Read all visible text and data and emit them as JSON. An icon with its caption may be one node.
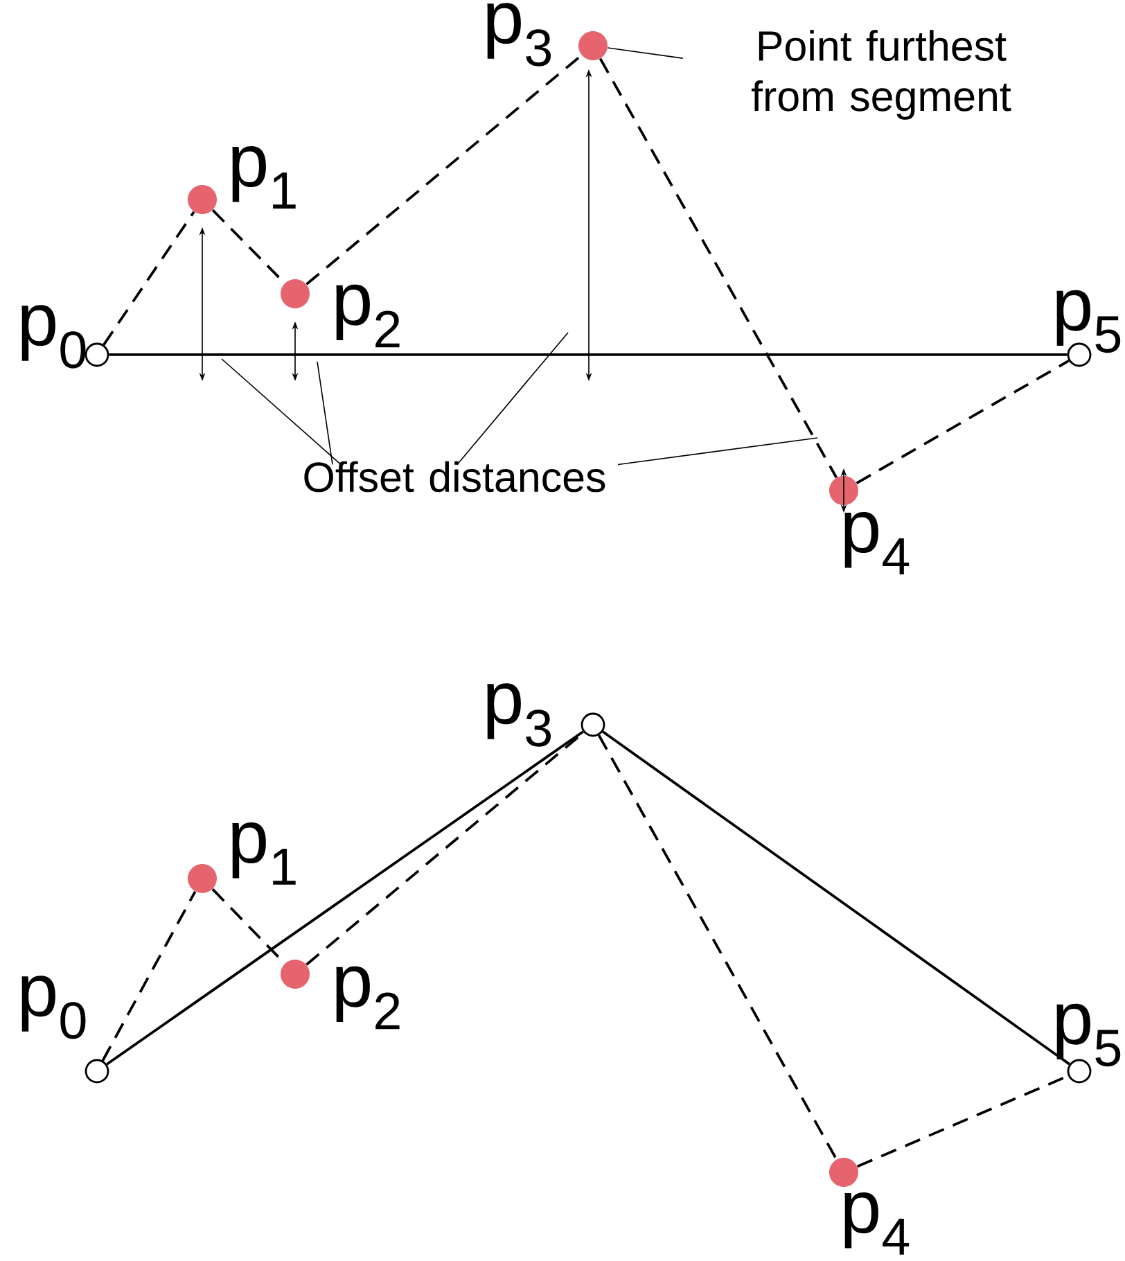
{
  "diagram": {
    "nodes": [
      {
        "text": [],
        "shape": "circle",
        "beside": [
          "p$_{0}$"
        ]
      },
      {
        "text": [],
        "shape": "circle",
        "beside": [
          "p$_{1}$"
        ]
      },
      {
        "text": [],
        "shape": "circle",
        "beside": [
          "p$_{2}$"
        ]
      },
      {
        "text": [],
        "shape": "circle",
        "beside": [
          "p$_{3}$"
        ]
      },
      {
        "text": [],
        "shape": "circle",
        "beside": [
          "p$_{4}$"
        ]
      },
      {
        "text": [],
        "shape": "circle",
        "beside": [
          "p$_{5}$"
        ]
      },
      {
        "text": [
          "Point furthest from segment"
        ]
      },
      {
        "text": [
          "Offset distances"
        ]
      },
      {
        "text": [],
        "shape": "circle",
        "beside": [
          "p$_{0}$"
        ]
      },
      {
        "text": [],
        "shape": "circle",
        "beside": [
          "p$_{1}$"
        ]
      },
      {
        "text": [],
        "shape": "circle",
        "beside": [
          "p$_{2}$"
        ]
      },
      {
        "text": [],
        "shape": "circle",
        "beside": [
          "p$_{3}$"
        ]
      },
      {
        "text": [],
        "shape": "circle",
        "beside": [
          "p$_{4}$"
        ]
      },
      {
        "text": [],
        "shape": "circle",
        "beside": [
          "p$_{5}$"
        ]
      }
    ],
    "edges": [
      {
        "from": 0,
        "to": 5,
        "arrow": "none"
      },
      {
        "from": 0,
        "to": 1,
        "arrow": "none",
        "style": "dashed"
      },
      {
        "from": 1,
        "to": 2,
        "arrow": "none",
        "style": "dashed"
      },
      {
        "from": 2,
        "to": 3,
        "arrow": "none",
        "style": "dashed"
      },
      {
        "from": 3,
        "to": 4,
        "arrow": "none",
        "style": "dashed"
      },
      {
        "from": 4,
        "to": 5,
        "arrow": "none",
        "style": "dashed"
      },
      {
        "from": 6,
        "to": 3,
        "arrow": "none"
      },
      {
        "from": 7,
        "to": null,
        "arrow": "none"
      },
      {
        "from": 7,
        "to": null,
        "arrow": "none"
      },
      {
        "from": 7,
        "to": null,
        "arrow": "none"
      },
      {
        "from": 7,
        "to": null,
        "arrow": "none"
      },
      {
        "from": 8,
        "to": 11,
        "arrow": "none"
      },
      {
        "from": 11,
        "to": 13,
        "arrow": "none"
      },
      {
        "from": 8,
        "to": 9,
        "arrow": "none",
        "style": "dashed"
      },
      {
        "from": 9,
        "to": 10,
        "arrow": "none",
        "style": "dashed"
      },
      {
        "from": 10,
        "to": 11,
        "arrow": "none",
        "style": "dashed"
      },
      {
        "from": 11,
        "to": 12,
        "arrow": "none",
        "style": "dashed"
      },
      {
        "from": 12,
        "to": 13,
        "arrow": "none",
        "style": "dashed"
      }
    ]
  }
}
